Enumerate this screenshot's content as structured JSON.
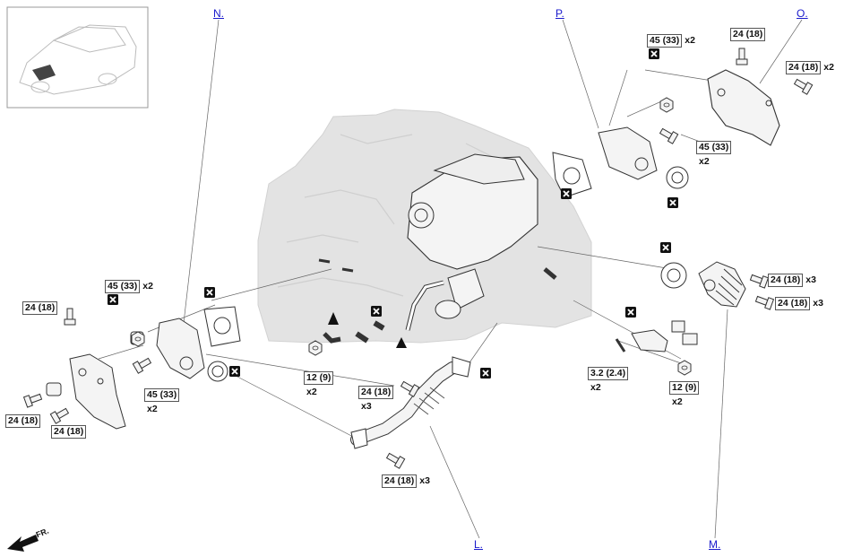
{
  "callouts": {
    "L": "L.",
    "M": "M.",
    "N": "N.",
    "O": "O.",
    "P": "P."
  },
  "torques": {
    "t1": {
      "value": "45 (33)",
      "qty": "x2"
    },
    "t2": {
      "value": "24 (18)",
      "qty": ""
    },
    "t3": {
      "value": "24 (18)",
      "qty": "x2"
    },
    "t4": {
      "value": "45 (33)",
      "qty": "x2"
    },
    "t5": {
      "value": "24 (18)",
      "qty": "x3"
    },
    "t6": {
      "value": "24 (18)",
      "qty": "x3"
    },
    "t7": {
      "value": "45 (33)",
      "qty": "x2"
    },
    "t8": {
      "value": "24 (18)",
      "qty": ""
    },
    "t9": {
      "value": "45 (33)",
      "qty": "x2"
    },
    "t10": {
      "value": "24 (18)",
      "qty": ""
    },
    "t11": {
      "value": "24 (18)",
      "qty": ""
    },
    "t12": {
      "value": "12 (9)",
      "qty": "x2"
    },
    "t13": {
      "value": "24 (18)",
      "qty": "x3"
    },
    "t14": {
      "value": "24 (18)",
      "qty": "x3"
    },
    "t15": {
      "value": "3.2 (2.4)",
      "qty": "x2"
    },
    "t16": {
      "value": "12 (9)",
      "qty": "x2"
    }
  },
  "direction": {
    "label": "FR."
  },
  "colors": {
    "link": "#1a1acc",
    "engine_ghost": "#e3e3e3",
    "line": "#555555",
    "part_fill": "#f4f4f4"
  }
}
